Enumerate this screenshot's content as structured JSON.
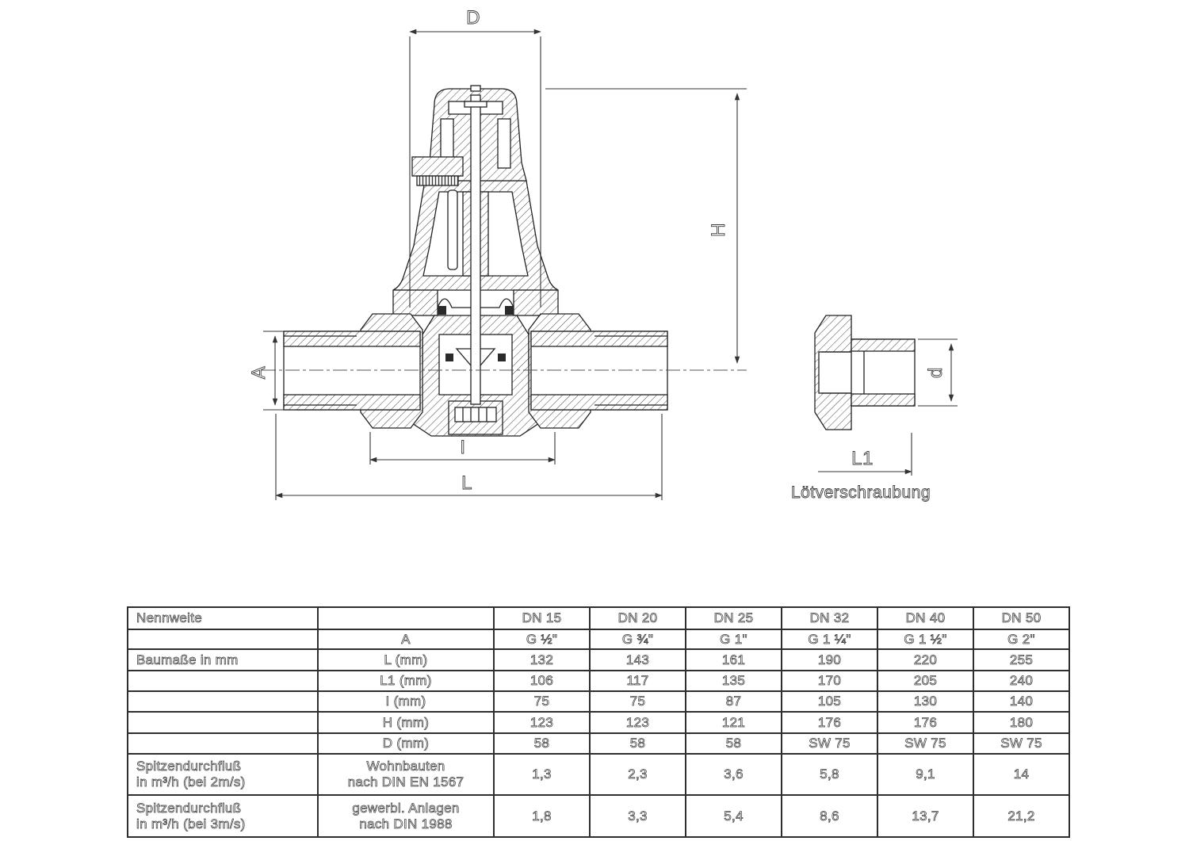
{
  "drawing": {
    "labels": {
      "D": "D",
      "H": "H",
      "A": "A",
      "I": "I",
      "L": "L",
      "d": "d",
      "L1": "L1"
    },
    "caption": "Lötverschraubung"
  },
  "table": {
    "rows": [
      [
        "Nennweite",
        "",
        "DN 15",
        "DN 20",
        "DN 25",
        "DN 32",
        "DN 40",
        "DN 50"
      ],
      [
        "",
        "A",
        "G ½\"",
        "G ¾\"",
        "G 1\"",
        "G 1 ¼\"",
        "G 1 ½\"",
        "G 2\""
      ],
      [
        "Baumaße in mm",
        "L (mm)",
        "132",
        "143",
        "161",
        "190",
        "220",
        "255"
      ],
      [
        "",
        "L1 (mm)",
        "106",
        "117",
        "135",
        "170",
        "205",
        "240"
      ],
      [
        "",
        "I (mm)",
        "75",
        "75",
        "87",
        "105",
        "130",
        "140"
      ],
      [
        "",
        "H (mm)",
        "123",
        "123",
        "121",
        "176",
        "176",
        "180"
      ],
      [
        "",
        "D (mm)",
        "58",
        "58",
        "58",
        "SW 75",
        "SW 75",
        "SW 75"
      ],
      [
        "Spitzendurchfluß\nin m³/h (bei 2m/s)",
        "Wohnbauten\nnach DIN EN 1567",
        "1,3",
        "2,3",
        "3,6",
        "5,8",
        "9,1",
        "14"
      ],
      [
        "Spitzendurchfluß\nin m³/h (bei 3m/s)",
        "gewerbl. Anlagen\nnach DIN 1988",
        "1,8",
        "3,3",
        "5,4",
        "8,6",
        "13,7",
        "21,2"
      ]
    ]
  }
}
